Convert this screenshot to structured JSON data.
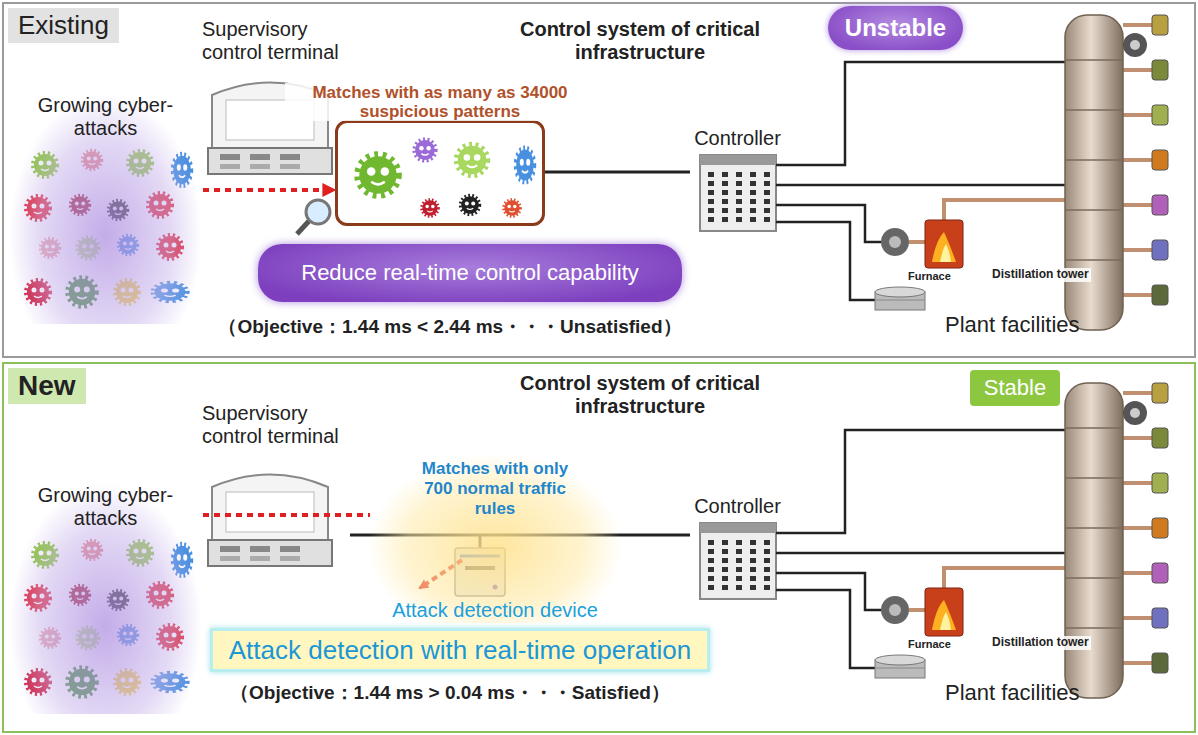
{
  "diagram": {
    "nodes": [
      {
        "text": [
          "Existing"
        ]
      },
      {
        "text": [
          "Growing cyber-attacks"
        ],
        "in": 0
      },
      {
        "text": [
          "Supervisory control terminal"
        ],
        "in": 0
      },
      {
        "text": [
          "Matches with as many as 34000 suspicious patterns"
        ],
        "in": 0
      },
      {
        "text": [
          "Controller"
        ],
        "in": 0
      },
      {
        "text": [
          "Unstable"
        ],
        "in": 0
      },
      {
        "text": [
          "Reduce real-time control capability"
        ],
        "in": 0
      },
      {
        "text": [
          "New"
        ]
      },
      {
        "text": [
          "Growing cyber-attacks"
        ],
        "in": 7
      },
      {
        "text": [
          "Supervisory control terminal"
        ],
        "in": 7
      },
      {
        "text": [
          "Matches with only 700 normal traffic rules",
          "Attack detection device"
        ],
        "in": 7
      },
      {
        "text": [
          "Controller"
        ],
        "in": 7
      },
      {
        "text": [
          "Stable"
        ],
        "in": 7
      },
      {
        "text": [
          "Attack detection with real-time operation"
        ],
        "in": 7
      }
    ],
    "edges": [
      {
        "from": 1,
        "to": 3,
        "arrow": "to"
      },
      {
        "from": 3,
        "to": 4,
        "arrow": "none"
      },
      {
        "from": 8,
        "to": 10,
        "arrow": "none"
      },
      {
        "from": 9,
        "to": 11,
        "arrow": "none"
      }
    ],
    "labels": [
      "Control system of critical infrastructure",
      "Furnace",
      "Distillation tower",
      "Plant facilities",
      "（Objective：1.44 ms < 2.44 ms・・・Unsatisfied）",
      "Control system of critical infrastructure",
      "Furnace",
      "Distillation tower",
      "Plant facilities",
      "（Objective：1.44 ms > 0.04 ms・・・Satisfied）"
    ]
  }
}
